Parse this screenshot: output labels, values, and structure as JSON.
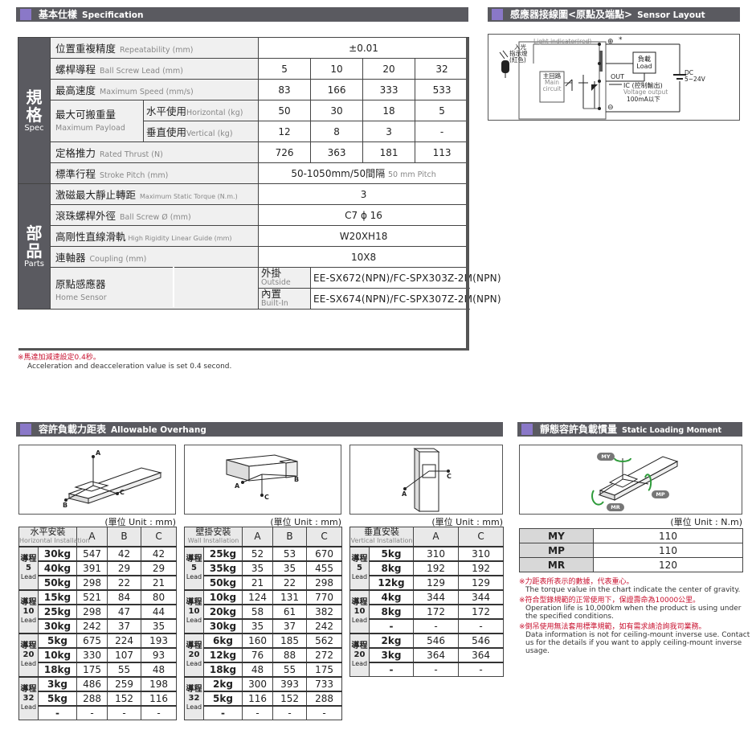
{
  "spec": {
    "header_zh": "基本仕樣",
    "header_en": "Specification",
    "section1_zh": "規格",
    "section1_en": "Spec",
    "section2_zh": "部品",
    "section2_en": "Parts",
    "rows": {
      "repeat": {
        "zh": "位置重複精度",
        "en": "Repeatability (mm)",
        "value": "±0.01"
      },
      "lead": {
        "zh": "螺桿導程",
        "en": "Ball Screw Lead (mm)",
        "values": [
          "5",
          "10",
          "20",
          "32"
        ]
      },
      "speed": {
        "zh": "最高速度",
        "en": "Maximum Speed (mm/s)",
        "values": [
          "83",
          "166",
          "333",
          "533"
        ]
      },
      "payload": {
        "zh": "最大可搬重量",
        "en": "Maximum Payload",
        "h_zh": "水平使用",
        "h_en": "Horizontal (kg)",
        "h_values": [
          "50",
          "30",
          "18",
          "5"
        ],
        "v_zh": "垂直使用",
        "v_en": "Vertical (kg)",
        "v_values": [
          "12",
          "8",
          "3",
          "-"
        ]
      },
      "thrust": {
        "zh": "定格推力",
        "en": "Rated Thrust (N)",
        "values": [
          "726",
          "363",
          "181",
          "113"
        ]
      },
      "stroke": {
        "zh": "標準行程",
        "en": "Stroke Pitch (mm)",
        "value": "50-1050mm/50間隔",
        "value_en": "50 mm Pitch"
      },
      "torque": {
        "zh": "激磁最大靜止轉距",
        "en": "Maximum Static Torque (N.m.)",
        "value": "3"
      },
      "screw": {
        "zh": "滾珠螺桿外徑",
        "en": "Ball Screw Ø (mm)",
        "value": "C7 ϕ 16"
      },
      "guide": {
        "zh": "高剛性直線滑軌",
        "en": "High Rigidity Linear Guide (mm)",
        "value": "W20XH18"
      },
      "coupling": {
        "zh": "連軸器",
        "en": "Coupling (mm)",
        "value": "10X8"
      },
      "sensor": {
        "zh": "原點感應器",
        "en": "Home Sensor",
        "out_zh": "外掛",
        "out_en": "Outside",
        "out_value": "EE-SX672(NPN)/FC-SPX303Z-2M(NPN)",
        "in_zh": "內置",
        "in_en": "Built-In",
        "in_value": "EE-SX674(NPN)/FC-SPX307Z-2M(NPN)"
      }
    },
    "note_zh": "※馬達加減速設定0.4秒。",
    "note_en": "Acceleration and deacceleration value is set 0.4 second."
  },
  "sensor_layout": {
    "header": "感應器接線圖<原點及端點>",
    "header_en": "Sensor Layout",
    "light_indicator": "Light indicator(red)",
    "led_zh1": "入光",
    "led_zh2": "指示燈",
    "led_zh3": "(紅色)",
    "circuit_zh": "主回路",
    "circuit_en1": "Main",
    "circuit_en2": "circuit",
    "load_zh": "負載",
    "load_en": "Load",
    "out": "OUT",
    "ic": "IC",
    "ic_zh": "(控制輸出)",
    "voltage_en": "Voltage output",
    "voltage_val": "100mA以下",
    "dc": "DC",
    "dc_val": "5~24V",
    "plus": "⊕",
    "minus": "⊖",
    "star": "*"
  },
  "overhang": {
    "header_zh": "容許負載力距表",
    "header_en": "Allowable Overhang",
    "unit": "(單位 Unit : mm)",
    "lead_zh": "導程",
    "lead_en": "Lead",
    "horizontal": {
      "title_zh": "水平安裝",
      "title_en": "Horizontal Installation",
      "cols": [
        "A",
        "B",
        "C"
      ],
      "groups": [
        {
          "lead": "5",
          "rows": [
            [
              "30kg",
              "547",
              "42",
              "42"
            ],
            [
              "40kg",
              "391",
              "29",
              "29"
            ],
            [
              "50kg",
              "298",
              "22",
              "21"
            ]
          ]
        },
        {
          "lead": "10",
          "rows": [
            [
              "15kg",
              "521",
              "84",
              "80"
            ],
            [
              "25kg",
              "298",
              "47",
              "44"
            ],
            [
              "30kg",
              "242",
              "37",
              "35"
            ]
          ]
        },
        {
          "lead": "20",
          "rows": [
            [
              "5kg",
              "675",
              "224",
              "193"
            ],
            [
              "10kg",
              "330",
              "107",
              "93"
            ],
            [
              "18kg",
              "175",
              "55",
              "48"
            ]
          ]
        },
        {
          "lead": "32",
          "rows": [
            [
              "3kg",
              "486",
              "259",
              "198"
            ],
            [
              "5kg",
              "288",
              "152",
              "116"
            ],
            [
              "-",
              "-",
              "-",
              "-"
            ]
          ]
        }
      ]
    },
    "wall": {
      "title_zh": "壁掛安裝",
      "title_en": "Wall Installation",
      "cols": [
        "A",
        "B",
        "C"
      ],
      "groups": [
        {
          "lead": "5",
          "rows": [
            [
              "25kg",
              "52",
              "53",
              "670"
            ],
            [
              "35kg",
              "35",
              "35",
              "455"
            ],
            [
              "50kg",
              "21",
              "22",
              "298"
            ]
          ]
        },
        {
          "lead": "10",
          "rows": [
            [
              "10kg",
              "124",
              "131",
              "770"
            ],
            [
              "20kg",
              "58",
              "61",
              "382"
            ],
            [
              "30kg",
              "35",
              "37",
              "242"
            ]
          ]
        },
        {
          "lead": "20",
          "rows": [
            [
              "6kg",
              "160",
              "185",
              "562"
            ],
            [
              "12kg",
              "76",
              "88",
              "272"
            ],
            [
              "18kg",
              "48",
              "55",
              "175"
            ]
          ]
        },
        {
          "lead": "32",
          "rows": [
            [
              "2kg",
              "300",
              "393",
              "733"
            ],
            [
              "5kg",
              "116",
              "152",
              "288"
            ],
            [
              "-",
              "-",
              "-",
              "-"
            ]
          ]
        }
      ]
    },
    "vertical": {
      "title_zh": "垂直安裝",
      "title_en": "Vertical Installation",
      "cols": [
        "A",
        "C"
      ],
      "groups": [
        {
          "lead": "5",
          "rows": [
            [
              "5kg",
              "310",
              "310"
            ],
            [
              "8kg",
              "192",
              "192"
            ],
            [
              "12kg",
              "129",
              "129"
            ]
          ]
        },
        {
          "lead": "10",
          "rows": [
            [
              "4kg",
              "344",
              "344"
            ],
            [
              "8kg",
              "172",
              "172"
            ],
            [
              "-",
              "-",
              "-"
            ]
          ]
        },
        {
          "lead": "20",
          "rows": [
            [
              "2kg",
              "546",
              "546"
            ],
            [
              "3kg",
              "364",
              "364"
            ],
            [
              "-",
              "-",
              "-"
            ]
          ]
        }
      ]
    },
    "labels": {
      "a": "A",
      "b": "B",
      "c": "C"
    }
  },
  "moment": {
    "header_zh": "靜態容許負載慣量",
    "header_en": "Static Loading Moment",
    "unit": "(單位 Unit : N.m)",
    "rows": [
      [
        "MY",
        "110"
      ],
      [
        "MP",
        "110"
      ],
      [
        "MR",
        "120"
      ]
    ],
    "labels": {
      "my": "MY",
      "mp": "MP",
      "mr": "MR"
    },
    "notes": [
      {
        "zh": "※力距表所表示的數據，代表重心。",
        "en": "The torque value in the chart indicate the center of gravity."
      },
      {
        "zh": "※符合型錄規範的正常使用下，保證壽命為10000公里。",
        "en": "Operation life is 10,000km when the product is using under the specified conditions."
      },
      {
        "zh": "※倒吊使用無法套用標準規範，如有需求請洽詢我司業務。",
        "en": "Data information is not for ceiling-mount inverse use. Contact us for the details if you want to apply ceiling-mount inverse usage."
      }
    ]
  }
}
